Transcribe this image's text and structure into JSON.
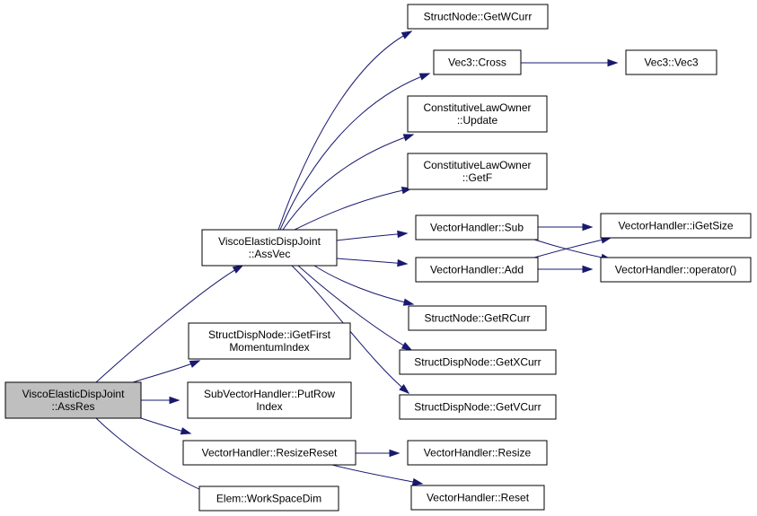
{
  "graph": {
    "edge_color": "#191970",
    "root_fill": "#bfbfbf",
    "nodes": {
      "assres": [
        "ViscoElasticDispJoint",
        "::AssRes"
      ],
      "assvec": [
        "ViscoElasticDispJoint",
        "::AssVec"
      ],
      "getfirst": [
        "StructDispNode::iGetFirst",
        "MomentumIndex"
      ],
      "putrow": [
        "SubVectorHandler::PutRow",
        "Index"
      ],
      "resizereset": [
        "VectorHandler::ResizeReset"
      ],
      "workspacedim": [
        "Elem::WorkSpaceDim"
      ],
      "getwcurr": [
        "StructNode::GetWCurr"
      ],
      "cross": [
        "Vec3::Cross"
      ],
      "vec3": [
        "Vec3::Vec3"
      ],
      "update": [
        "ConstitutiveLawOwner",
        "::Update"
      ],
      "getf": [
        "ConstitutiveLawOwner",
        "::GetF"
      ],
      "sub": [
        "VectorHandler::Sub"
      ],
      "add": [
        "VectorHandler::Add"
      ],
      "igetsize": [
        "VectorHandler::iGetSize"
      ],
      "operator": [
        "VectorHandler::operator()"
      ],
      "getrcurr": [
        "StructNode::GetRCurr"
      ],
      "getxcurr": [
        "StructDispNode::GetXCurr"
      ],
      "getvcurr": [
        "StructDispNode::GetVCurr"
      ],
      "resize": [
        "VectorHandler::Resize"
      ],
      "reset": [
        "VectorHandler::Reset"
      ]
    }
  }
}
